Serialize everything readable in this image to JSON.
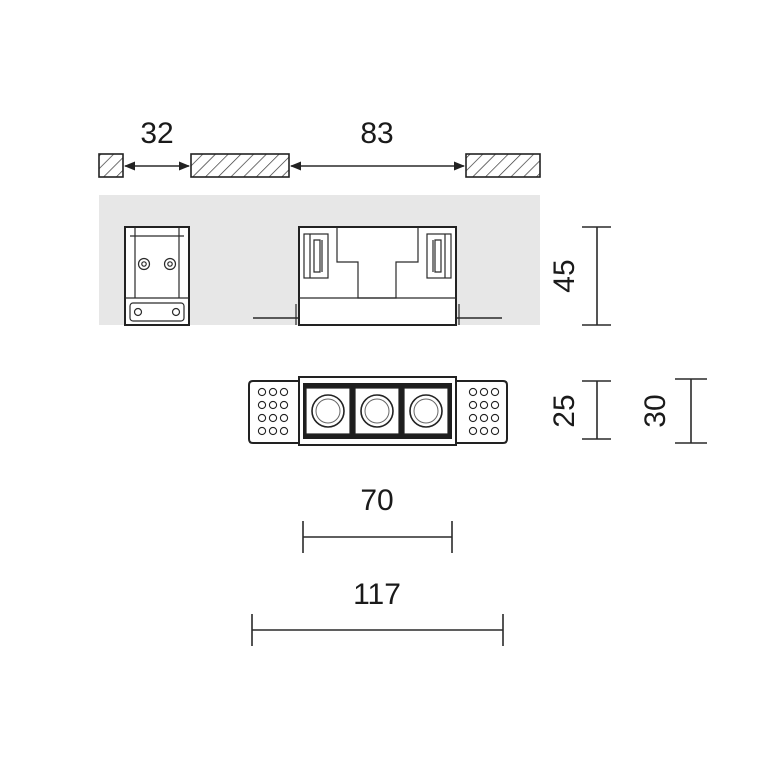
{
  "dimensions": {
    "gap_width": "32",
    "cutout_width": "83",
    "height": "45",
    "body_depth": "25",
    "flange_depth": "30",
    "body_length": "70",
    "overall_length": "117"
  },
  "colors": {
    "line": "#2a2a2a",
    "panel": "#e7e7e7",
    "hatch": "#333333"
  }
}
